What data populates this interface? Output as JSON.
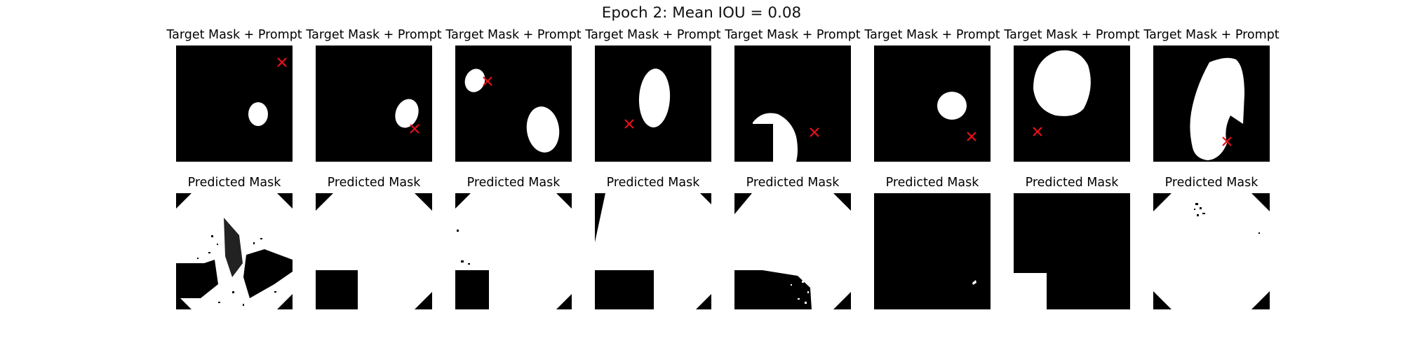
{
  "figure": {
    "title": "Epoch 2: Mean IOU = 0.08",
    "top_row_title": "Target Mask + Prompt",
    "bottom_row_title": "Predicted Mask",
    "prompt_marker_color": "#e8101a",
    "mask_color": "#ffffff",
    "background_color": "#000000"
  },
  "panels": [
    {
      "index": 1,
      "top": "Target Mask + Prompt",
      "bottom": "Predicted Mask"
    },
    {
      "index": 2,
      "top": "Target Mask + Prompt",
      "bottom": "Predicted Mask"
    },
    {
      "index": 3,
      "top": "Target Mask + Prompt",
      "bottom": "Predicted Mask"
    },
    {
      "index": 4,
      "top": "Target Mask + Prompt",
      "bottom": "Predicted Mask"
    },
    {
      "index": 5,
      "top": "Target Mask + Prompt",
      "bottom": "Predicted Mask"
    },
    {
      "index": 6,
      "top": "Target Mask + Prompt",
      "bottom": "Predicted Mask"
    },
    {
      "index": 7,
      "top": "Target Mask + Prompt",
      "bottom": "Predicted Mask"
    },
    {
      "index": 8,
      "top": "Target Mask + Prompt",
      "bottom": "Predicted Mask"
    }
  ]
}
